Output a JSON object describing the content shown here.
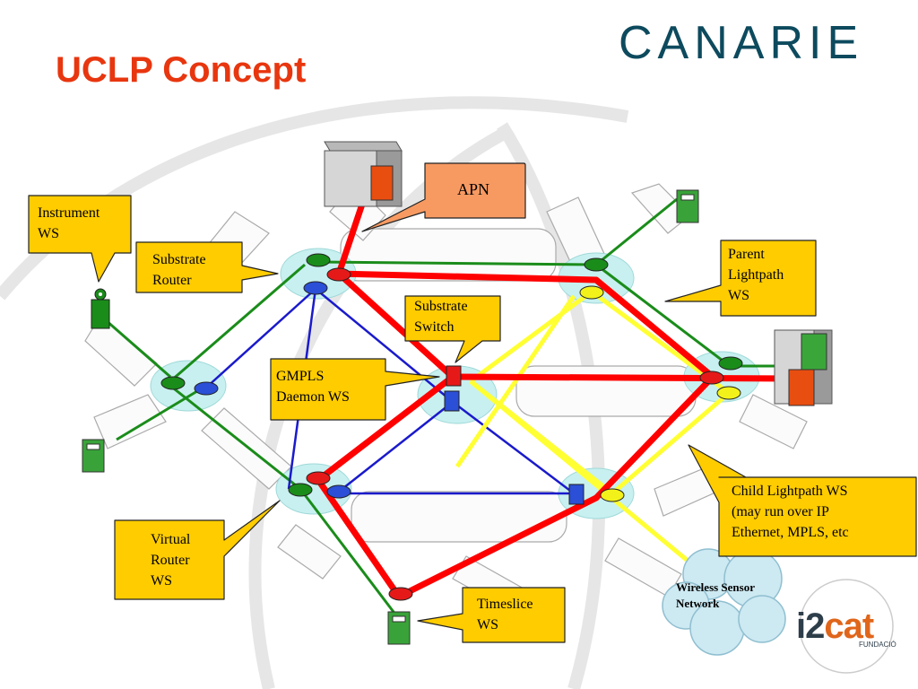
{
  "slide": {
    "title": "UCLP Concept",
    "logo_canarie": "CANARIE",
    "logo_i2cat_i2": "i2",
    "logo_i2cat_cat": "cat",
    "logo_i2cat_sub": "FUNDACIÓ"
  },
  "callouts": {
    "apn": "APN",
    "instrument_ws_1": "Instrument",
    "instrument_ws_2": "WS",
    "substrate_router_1": "Substrate",
    "substrate_router_2": "Router",
    "parent_lightpath_1": "Parent",
    "parent_lightpath_2": "Lightpath",
    "parent_lightpath_3": "WS",
    "substrate_switch_1": "Substrate",
    "substrate_switch_2": "Switch",
    "gmpls_1": "GMPLS",
    "gmpls_2": "Daemon WS",
    "child_1": "Child Lightpath WS",
    "child_2": "(may run over IP",
    "child_3": "Ethernet, MPLS, etc",
    "virtual_router_1": "Virtual",
    "virtual_router_2": "Router",
    "virtual_router_3": "WS",
    "timeslice_1": "Timeslice",
    "timeslice_2": "WS",
    "wsn_1": "Wireless Sensor",
    "wsn_2": "Network"
  },
  "colors": {
    "title": "#e8360f",
    "callout_fill": "#ffcc00",
    "apn_fill": "#f79a62",
    "red_path": "#ff0000",
    "yellow_path": "#ffff33",
    "blue_path": "#1a1acc",
    "green_path": "#1a8c1a",
    "node_fill": "#c8f0f0",
    "cloud_fill": "#cde9f2"
  },
  "icons": [
    "router-icon",
    "switch-icon",
    "server-icon",
    "workstation-icon",
    "instrument-icon",
    "cloud-icon"
  ]
}
